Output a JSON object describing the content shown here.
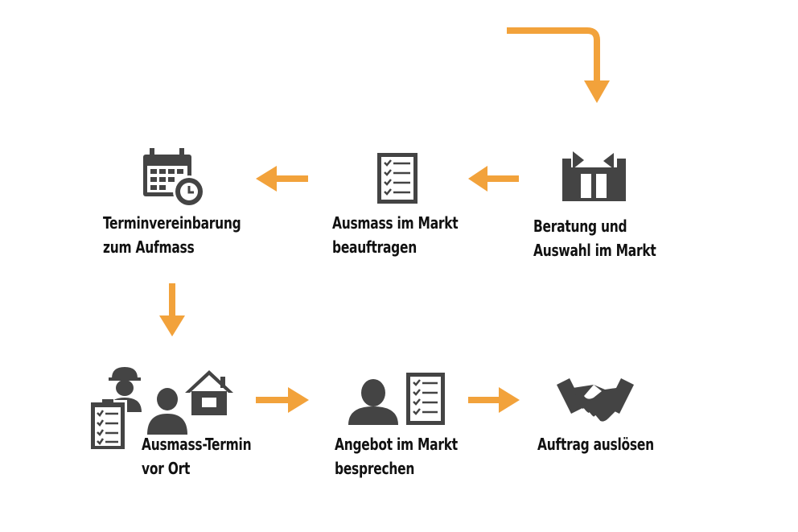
{
  "colors": {
    "arrow": "#f2a23b",
    "icon": "#444444",
    "text": "#111111"
  },
  "steps": [
    {
      "id": "beratung",
      "icon": "store-icon",
      "lines": [
        "Beratung und",
        "Auswahl im Markt"
      ]
    },
    {
      "id": "ausmass-beauftragen",
      "icon": "checklist-icon",
      "lines": [
        "Ausmass im Markt",
        "beauftragen"
      ]
    },
    {
      "id": "terminvereinbarung",
      "icon": "calendar-clock-icon",
      "lines": [
        "Terminvereinbarung",
        "zum Aufmass"
      ]
    },
    {
      "id": "ausmass-termin",
      "icon": "onsite-measurement-icon",
      "lines": [
        "Ausmass-Termin",
        "vor Ort"
      ]
    },
    {
      "id": "angebot",
      "icon": "person-checklist-icon",
      "lines": [
        "Angebot im Markt",
        "besprechen"
      ]
    },
    {
      "id": "auftrag",
      "icon": "handshake-icon",
      "lines": [
        "Auftrag auslösen"
      ]
    }
  ]
}
